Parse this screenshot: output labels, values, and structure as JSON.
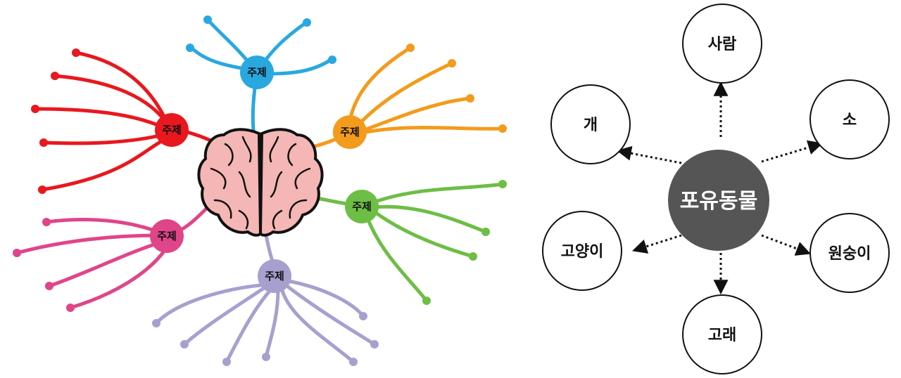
{
  "mindmap": {
    "topics": [
      {
        "label": "주제",
        "color": "#29A8E0"
      },
      {
        "label": "주제",
        "color": "#E8181E"
      },
      {
        "label": "주제",
        "color": "#F39B1C"
      },
      {
        "label": "주제",
        "color": "#6DBE45"
      },
      {
        "label": "주제",
        "color": "#E0458A"
      },
      {
        "label": "주제",
        "color": "#A7A0CF"
      }
    ],
    "brain_color": "#F4B7B5"
  },
  "concept": {
    "center": "포유동물",
    "nodes": [
      "사람",
      "개",
      "소",
      "고양이",
      "원숭이",
      "고래"
    ]
  }
}
